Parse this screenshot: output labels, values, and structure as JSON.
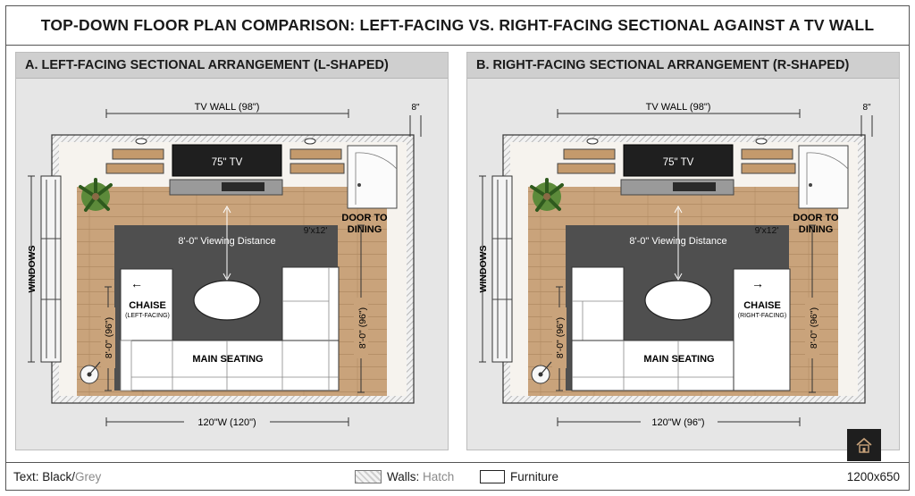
{
  "title": "TOP-DOWN FLOOR PLAN COMPARISON: LEFT-FACING VS. RIGHT-FACING SECTIONAL AGAINST A TV WALL",
  "panels": [
    {
      "heading": "A. LEFT-FACING SECTIONAL ARRANGEMENT (L-SHAPED)",
      "tv_wall": "TV WALL (98\")",
      "dim_8": "8\"",
      "tv": "75\" TV",
      "door": [
        "DOOR TO",
        "DINING"
      ],
      "viewing": "8'-0\" Viewing Distance",
      "rug": "9'x12'",
      "windows": "WINDOWS",
      "left_dim": "8'-0\" (96\")",
      "right_dim": "8'-0\" (96\")",
      "chaise": "CHAISE",
      "chaise_sub": "(LEFT-FACING)",
      "arrow": "←",
      "main": "MAIN SEATING",
      "width": "120\"W (120\")"
    },
    {
      "heading": "B. RIGHT-FACING SECTIONAL ARRANGEMENT (R-SHAPED)",
      "tv_wall": "TV WALL (98\")",
      "dim_8": "8\"",
      "tv": "75\" TV",
      "door": [
        "DOOR TO",
        "DINING"
      ],
      "viewing": "8'-0\" Viewing Distance",
      "rug": "9'x12'",
      "windows": "WINDOWS",
      "left_dim": "8'-0\" (96\")",
      "right_dim": "8'-0\" (96\")",
      "chaise": "CHAISE",
      "chaise_sub": "(RIGHT-FACING)",
      "arrow": "→",
      "main": "MAIN SEATING",
      "width": "120\"W (96\")"
    }
  ],
  "legend": {
    "text_label": "Text: ",
    "text_black": "Black",
    "text_sep": "/",
    "text_grey": "Grey",
    "walls_label": "Walls: ",
    "walls_value": "Hatch",
    "furniture_label": "Furniture",
    "size": "1200x650"
  },
  "colors": {
    "floor": "#c8a27a",
    "rug": "#4f4f4f",
    "wall_hatch": "#cfcfcf",
    "panel_bg": "#e6e6e6"
  },
  "icons": [
    "plant-icon",
    "floor-lamp-icon",
    "logo-icon",
    "arrow-icon"
  ]
}
